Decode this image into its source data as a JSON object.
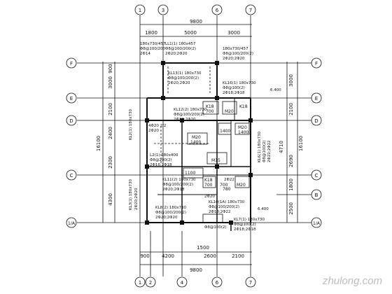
{
  "top_axes": [
    "1",
    "3",
    "6",
    "7"
  ],
  "bottom_axes": [
    "1",
    "2",
    "4",
    "6",
    "7"
  ],
  "left_axes": [
    "F",
    "E",
    "D",
    "C",
    "1/A"
  ],
  "right_axes": [
    "F",
    "E",
    "D",
    "C",
    "B",
    "1/A"
  ],
  "top_dims": {
    "total": "9800",
    "segments": [
      "1800",
      "5000",
      "3000"
    ]
  },
  "bottom_dims": {
    "total": "9800",
    "segments": [
      "900",
      "4200",
      "2600",
      "2100"
    ],
    "extra": "1500"
  },
  "left_dims": {
    "total": "16100",
    "segments": [
      "900",
      "3000",
      "2100",
      "2400",
      "2300",
      "4300"
    ]
  },
  "right_dims": {
    "total": "16100",
    "segments": [
      "3000",
      "2100",
      "2690",
      "1800",
      "2500"
    ],
    "extra": "4710"
  },
  "labels": {
    "L1_top": "LL1(1) 180x457",
    "L1_top_b": "Φ8@100/200(2)",
    "L1_top_c": "2Φ20;2Φ20",
    "L1_left": "180x730/457",
    "L1_left_b": "Φ8@100/200",
    "L1_left_c": "2Φ14",
    "L1_right": "180x730/457",
    "L1_right_b": "Φ8@100/200(2)",
    "L1_right_c": "2Φ20;2Φ20",
    "KL13": "KL13(1) 180x730",
    "KL13_b": "Φ8@100/200(2)",
    "KL13_c": "2Φ20;2Φ20",
    "KL16": "KL16(1) 180x730",
    "KL16_b": "Φ8@100(2)",
    "KL16_c": "2Φ18;2Φ18",
    "elev_640": "6.400",
    "KL12": "KL12(2) 180x730",
    "KL12_b": "Φ8@100/200(2)",
    "KL12_c": "2Φ22;2Φ20",
    "KL2_left": "KL2(1) 180x730",
    "KL3_left": "KL3(1) 180x730",
    "L2": "L2(1) 180x400",
    "L2_b": "Φ8@200(2)",
    "L2_c": "2Φ16;2Φ18",
    "KL11": "KL11(2) 180x730",
    "KL11_b": "Φ8@100/200(2)",
    "KL11_c": "2Φ20;2Φ18",
    "KL8": "KL8(2) 180x730",
    "KL8_b": "Φ8@100/200(2)",
    "KL8_c": "2Φ20;2Φ20",
    "KL10": "KL10(1A) 180x730",
    "KL10_b": "Φ8@100/200(2)",
    "KL10_c": "2Φ18;2Φ22",
    "KL7": "KL7(1) 180x730",
    "KL7_b": "Φ8@100(2)",
    "KL7_c": "2Φ18;2Φ18",
    "elev_bottom": "6.400",
    "right_mid": "KL6(1) 180x730",
    "right_mid_b": "Φ8@100(2)",
    "right_mid_c": "2Φ22;2Φ22",
    "M20_a": "M20",
    "M20_b": "M20",
    "M20_c": "M20",
    "M20_d": "M20",
    "M15": "M15",
    "K18_a": "K18",
    "K18_b": "K18",
    "K18_c": "K18",
    "d700_a": "700",
    "d700_b": "700",
    "d700_c": "700",
    "d1400_a": "1400",
    "d1400_b": "1400",
    "d1400_c": "1400",
    "d1100": "1100",
    "d780": "780",
    "n2722": "2Φ22",
    "n4120": "4Φ20 2/2",
    "n4120b": "2Φ20",
    "n2720": "2Φ20",
    "bottom_ref": "Φ8@100(2)",
    "vert_left": "2Φ20;2Φ20"
  },
  "watermark": "zhulong.com"
}
